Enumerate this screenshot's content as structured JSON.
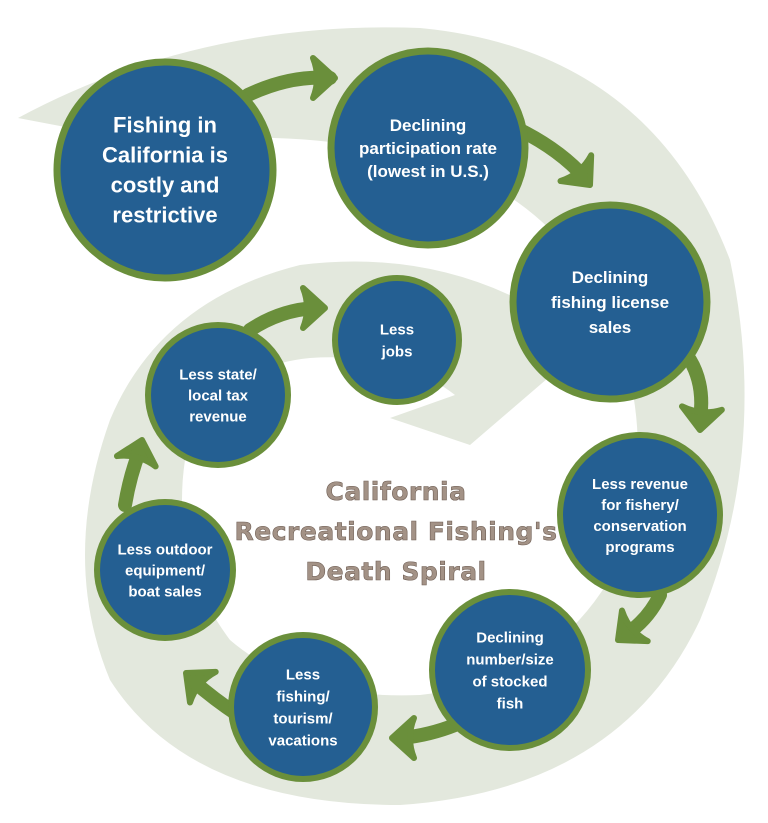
{
  "diagram": {
    "title_lines": [
      "California",
      "Recreational Fishing's",
      "Death Spiral"
    ],
    "colors": {
      "node_fill": "#245f92",
      "node_border": "#6a8f3b",
      "arrow": "#6a8f3b",
      "spiral_band": "#e3e8dd",
      "title_text": "#a39286",
      "node_text": "#ffffff"
    },
    "nodes": [
      {
        "id": "fishing-costly",
        "lines": [
          "Fishing in",
          "California is",
          "costly and",
          "restrictive"
        ]
      },
      {
        "id": "declining-participation",
        "lines": [
          "Declining",
          "participation rate",
          "(lowest in U.S.)"
        ]
      },
      {
        "id": "declining-license-sales",
        "lines": [
          "Declining",
          "fishing license",
          "sales"
        ]
      },
      {
        "id": "less-revenue",
        "lines": [
          "Less revenue",
          "for fishery/",
          "conservation",
          "programs"
        ]
      },
      {
        "id": "declining-stocked-fish",
        "lines": [
          "Declining",
          "number/size",
          "of stocked",
          "fish"
        ]
      },
      {
        "id": "less-tourism",
        "lines": [
          "Less",
          "fishing/",
          "tourism/",
          "vacations"
        ]
      },
      {
        "id": "less-equipment-sales",
        "lines": [
          "Less outdoor",
          "equipment/",
          "boat sales"
        ]
      },
      {
        "id": "less-tax-revenue",
        "lines": [
          "Less state/",
          "local tax",
          "revenue"
        ]
      },
      {
        "id": "less-jobs",
        "lines": [
          "Less",
          "jobs"
        ]
      }
    ],
    "edges": [
      {
        "from": "fishing-costly",
        "to": "declining-participation"
      },
      {
        "from": "declining-participation",
        "to": "declining-license-sales"
      },
      {
        "from": "declining-license-sales",
        "to": "less-revenue"
      },
      {
        "from": "less-revenue",
        "to": "declining-stocked-fish"
      },
      {
        "from": "declining-stocked-fish",
        "to": "less-tourism"
      },
      {
        "from": "less-tourism",
        "to": "less-equipment-sales"
      },
      {
        "from": "less-equipment-sales",
        "to": "less-tax-revenue"
      },
      {
        "from": "less-tax-revenue",
        "to": "less-jobs"
      }
    ]
  }
}
